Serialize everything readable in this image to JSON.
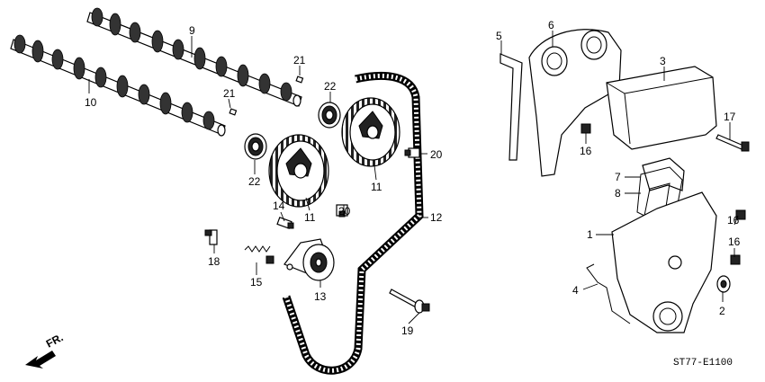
{
  "labels": {
    "p1": "1",
    "p2": "2",
    "p3": "3",
    "p4": "4",
    "p5": "5",
    "p6": "6",
    "p7": "7",
    "p8": "8",
    "p9": "9",
    "p10": "10",
    "p11a": "11",
    "p11b": "11",
    "p12": "12",
    "p13": "13",
    "p14": "14",
    "p15": "15",
    "p16a": "16",
    "p16b": "16",
    "p16c": "16",
    "p17": "17",
    "p18": "18",
    "p19": "19",
    "p20a": "20",
    "p20b": "20",
    "p21a": "21",
    "p21b": "21",
    "p22a": "22",
    "p22b": "22"
  },
  "direction": "FR.",
  "diagram_code": "ST77-E1100"
}
